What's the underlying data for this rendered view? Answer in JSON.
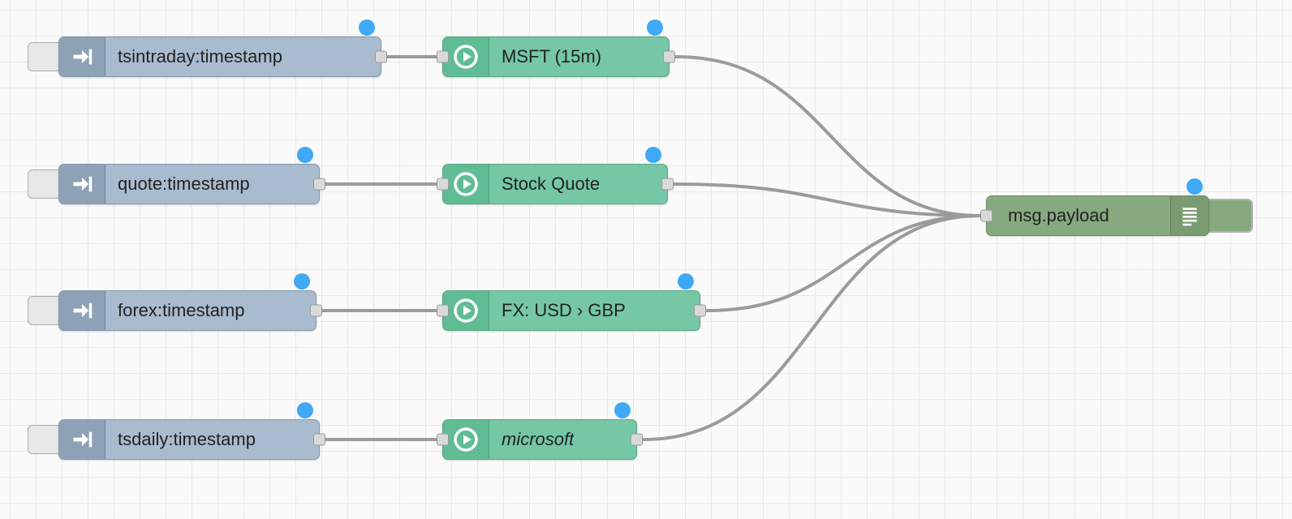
{
  "flow": {
    "inject_nodes": [
      {
        "label": "tsintraday:timestamp"
      },
      {
        "label": "quote:timestamp"
      },
      {
        "label": "forex:timestamp"
      },
      {
        "label": "tsdaily:timestamp"
      }
    ],
    "function_nodes": [
      {
        "label": "MSFT (15m)"
      },
      {
        "label": "Stock Quote"
      },
      {
        "label": "FX: USD › GBP"
      },
      {
        "label": "microsoft"
      }
    ],
    "debug_node": {
      "label": "msg.payload"
    }
  },
  "icons": {
    "inject": "arrow-right-into-bar-icon",
    "function": "play-circle-icon",
    "debug": "list-lines-icon"
  },
  "colors": {
    "inject_fill": "#a9bccf",
    "inject_icon_region": "#8da2b6",
    "function_fill": "#76c7a5",
    "function_icon_region": "#5fbc95",
    "debug_fill": "#87a980",
    "changed_badge": "#3fa9f5",
    "wire": "#9b9b9b",
    "port_fill": "#d9d9d9",
    "grid_line": "#e9e9e9",
    "canvas_bg": "#fafafa"
  }
}
